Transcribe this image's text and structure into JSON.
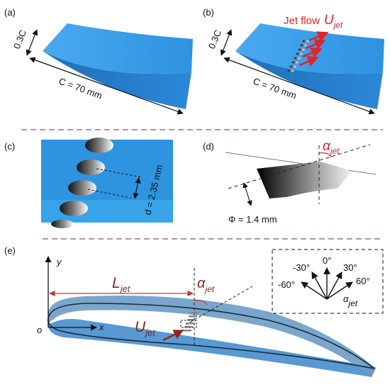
{
  "panels": {
    "a": {
      "label": "(a)",
      "thickness_label": "0.3C",
      "chord_label": "C = 70 mm",
      "surface_color": "#2a8fd9"
    },
    "b": {
      "label": "(b)",
      "thickness_label": "0.3C",
      "chord_label": "C = 70 mm",
      "jet_label_prefix": "Jet flow",
      "jet_symbol": "U",
      "jet_subscript": "jet",
      "arrow_color": "#e3242b"
    },
    "c": {
      "label": "(c)",
      "spacing_label": "d = 2.35 mm"
    },
    "d": {
      "label": "(d)",
      "angle_symbol": "α",
      "angle_subscript": "jet",
      "diameter_label": "Φ = 1.4 mm"
    },
    "e": {
      "label": "(e)",
      "y_axis": "y",
      "x_axis": "x",
      "origin": "o",
      "length_symbol": "L",
      "length_subscript": "jet",
      "angle_symbol": "α",
      "angle_subscript": "jet",
      "jet_symbol": "U",
      "jet_subscript": "jet",
      "inset": {
        "angles": [
          "-60°",
          "-30°",
          "0°",
          "30°",
          "60°"
        ],
        "angle_symbol": "α",
        "angle_subscript": "jet"
      }
    }
  }
}
